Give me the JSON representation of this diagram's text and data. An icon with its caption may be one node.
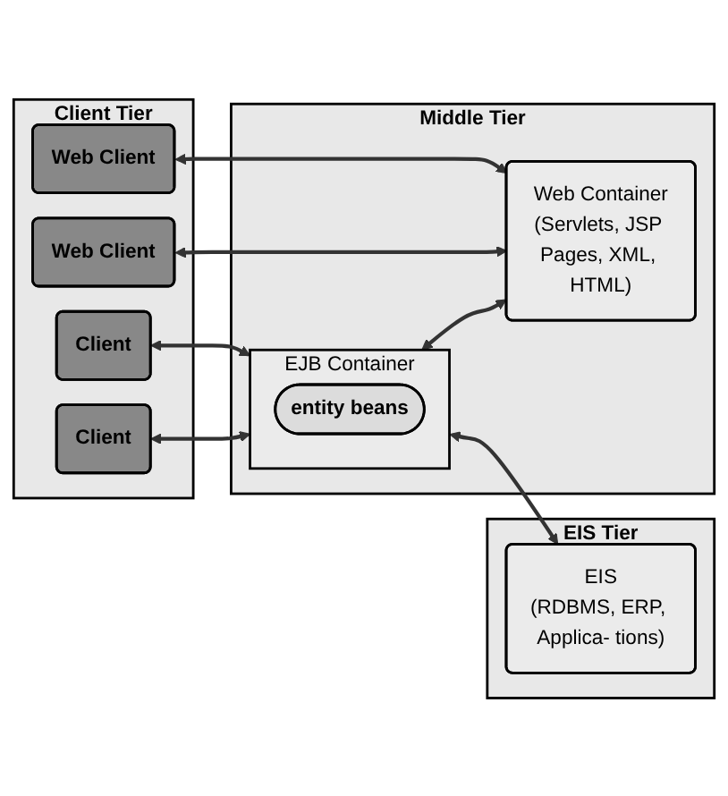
{
  "diagram": {
    "nodes": [
      {
        "text": [
          "Client Tier"
        ]
      },
      {
        "text": [
          "Client"
        ],
        "in": 0
      },
      {
        "text": [
          "Client"
        ],
        "in": 0
      },
      {
        "text": [
          "Web Client"
        ],
        "in": 0
      },
      {
        "text": [
          "Web Client"
        ],
        "in": 0
      },
      {
        "text": [
          "Middle Tier"
        ]
      },
      {
        "text": [
          "EJB Container"
        ],
        "in": 5
      },
      {
        "text": [
          "entity beans"
        ],
        "in": 6
      },
      {
        "text": [
          "Web Container",
          "(Servlets, JSP Pages, XML, HTML)"
        ],
        "in": 5
      },
      {
        "text": [
          "EIS Tier"
        ]
      },
      {
        "text": [
          "EIS",
          "(RDBMS, ERP, Applica- tions)"
        ],
        "in": 9
      }
    ],
    "edges": [
      {
        "from": 1,
        "to": 6,
        "arrow": "both"
      },
      {
        "from": 2,
        "to": 6,
        "arrow": "both"
      },
      {
        "from": 6,
        "to": 10,
        "arrow": "both"
      },
      {
        "from": 6,
        "to": 8,
        "arrow": "both"
      },
      {
        "from": 3,
        "to": 8,
        "arrow": "both"
      },
      {
        "from": 4,
        "to": 8,
        "arrow": "both"
      }
    ]
  }
}
